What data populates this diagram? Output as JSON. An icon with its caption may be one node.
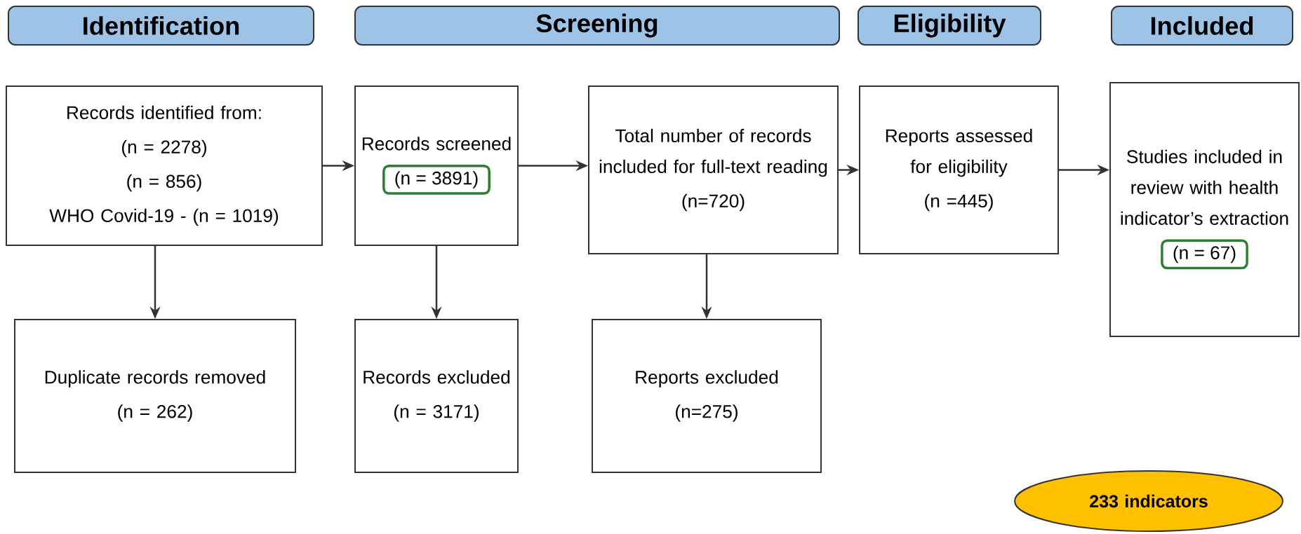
{
  "diagram": {
    "nodes": [
      {
        "text": [
          "Identification"
        ]
      },
      {
        "text": [
          "Screening"
        ]
      },
      {
        "text": [
          "Eligibility"
        ]
      },
      {
        "text": [
          "Included"
        ]
      },
      {
        "text": [
          "Records identified from:",
          "(n = 2278)",
          "(n = 856)",
          "WHO Covid-19 - (n = 1019)"
        ]
      },
      {
        "text": [
          "Records screened",
          "(n = 3891)"
        ]
      },
      {
        "text": [
          "Total number of records included for full-text reading",
          "(n=720)"
        ]
      },
      {
        "text": [
          "Reports assessed for eligibility",
          "(n =445)"
        ]
      },
      {
        "text": [
          "Studies included in review with health indicator’s extraction",
          "(n = 67)"
        ]
      },
      {
        "text": [
          "Duplicate records removed",
          "(n = 262)"
        ]
      },
      {
        "text": [
          "Records excluded",
          "(n = 3171)"
        ]
      },
      {
        "text": [
          "Reports excluded",
          "(n=275)"
        ]
      },
      {
        "text": [
          "233 indicators"
        ]
      }
    ],
    "edges": [
      {
        "from": 4,
        "to": 5,
        "arrow": "to"
      },
      {
        "from": 5,
        "to": 6,
        "arrow": "to"
      },
      {
        "from": 6,
        "to": 7,
        "arrow": "to"
      },
      {
        "from": 7,
        "to": 8,
        "arrow": "to"
      },
      {
        "from": 4,
        "to": 9,
        "arrow": "to"
      },
      {
        "from": 5,
        "to": 10,
        "arrow": "to"
      },
      {
        "from": 6,
        "to": 11,
        "arrow": "to"
      }
    ]
  }
}
